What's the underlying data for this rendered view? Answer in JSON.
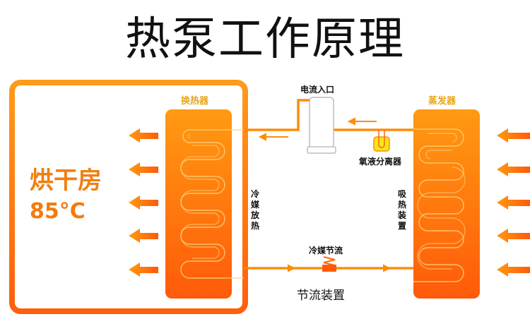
{
  "title": "热泵工作原理",
  "room": {
    "name": "烘干房",
    "temperature": "85°C"
  },
  "components": {
    "condenser": "换热器",
    "evaporator": "蒸发器",
    "compressor_inlet": "电流入口",
    "separator": "氧液分离器",
    "throttle_top": "冷媒节流",
    "throttle_bottom": "节流装置"
  },
  "side_labels": {
    "left": "冷媒放热",
    "right": "吸热装置"
  },
  "colors": {
    "orange_light": "#ff9a12",
    "orange_dark": "#ff5a0a",
    "label_gold": "#e8a51a",
    "separator_fill": "#f4e61c"
  }
}
